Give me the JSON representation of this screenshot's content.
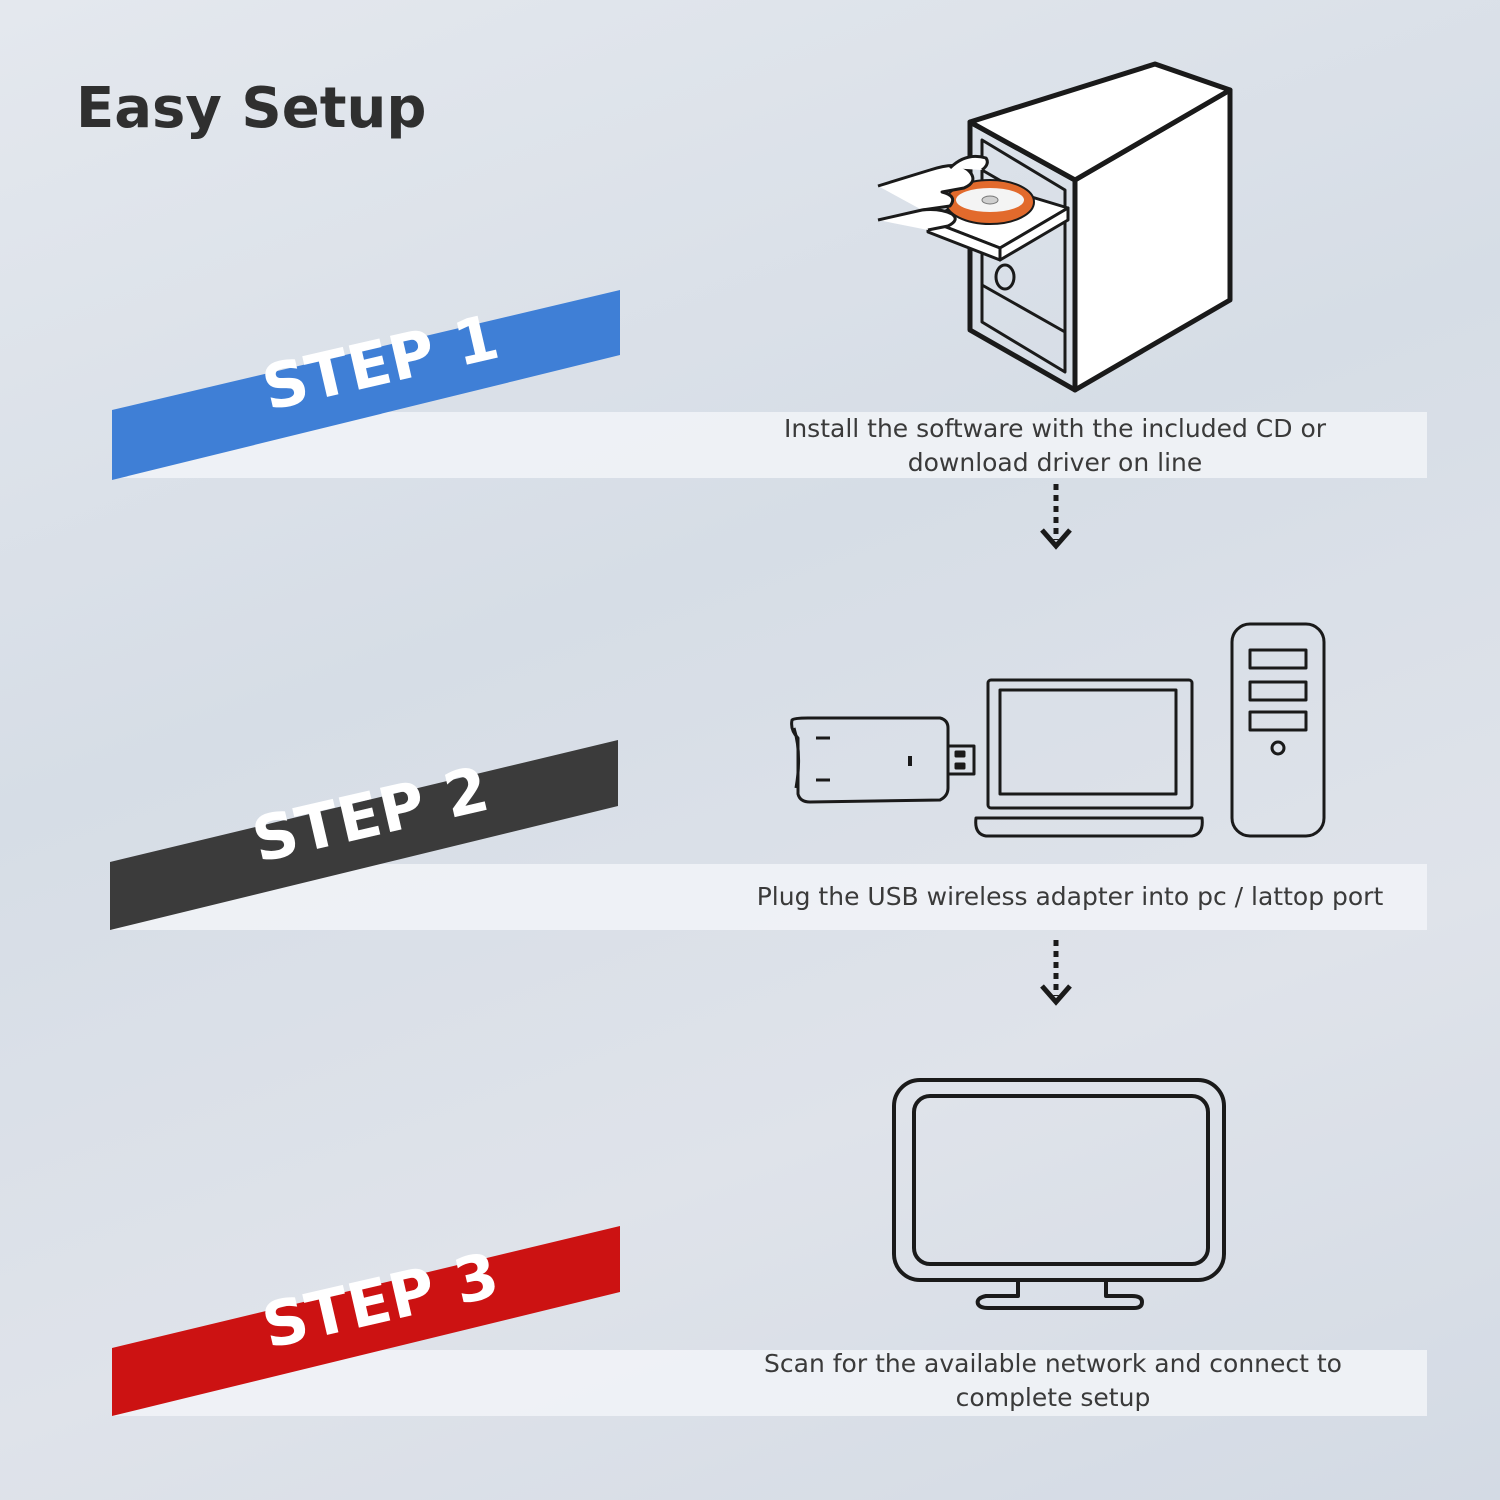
{
  "title": "Easy Setup",
  "steps": [
    {
      "label": "STEP 1",
      "caption_line1": "Install the software with the included CD or",
      "caption_line2": "download driver on line",
      "color": "#3f7fd6",
      "illustration": "pc-tower-cd-icon"
    },
    {
      "label": "STEP 2",
      "caption_line1": "Plug the USB wireless adapter into pc / lattop port",
      "caption_line2": "",
      "color": "#3b3b3b",
      "illustration": "usb-adapter-laptop-tower-icon"
    },
    {
      "label": "STEP 3",
      "caption_line1": "Scan for the available network and connect to",
      "caption_line2": "complete setup",
      "color": "#cc1212",
      "illustration": "monitor-icon"
    }
  ]
}
